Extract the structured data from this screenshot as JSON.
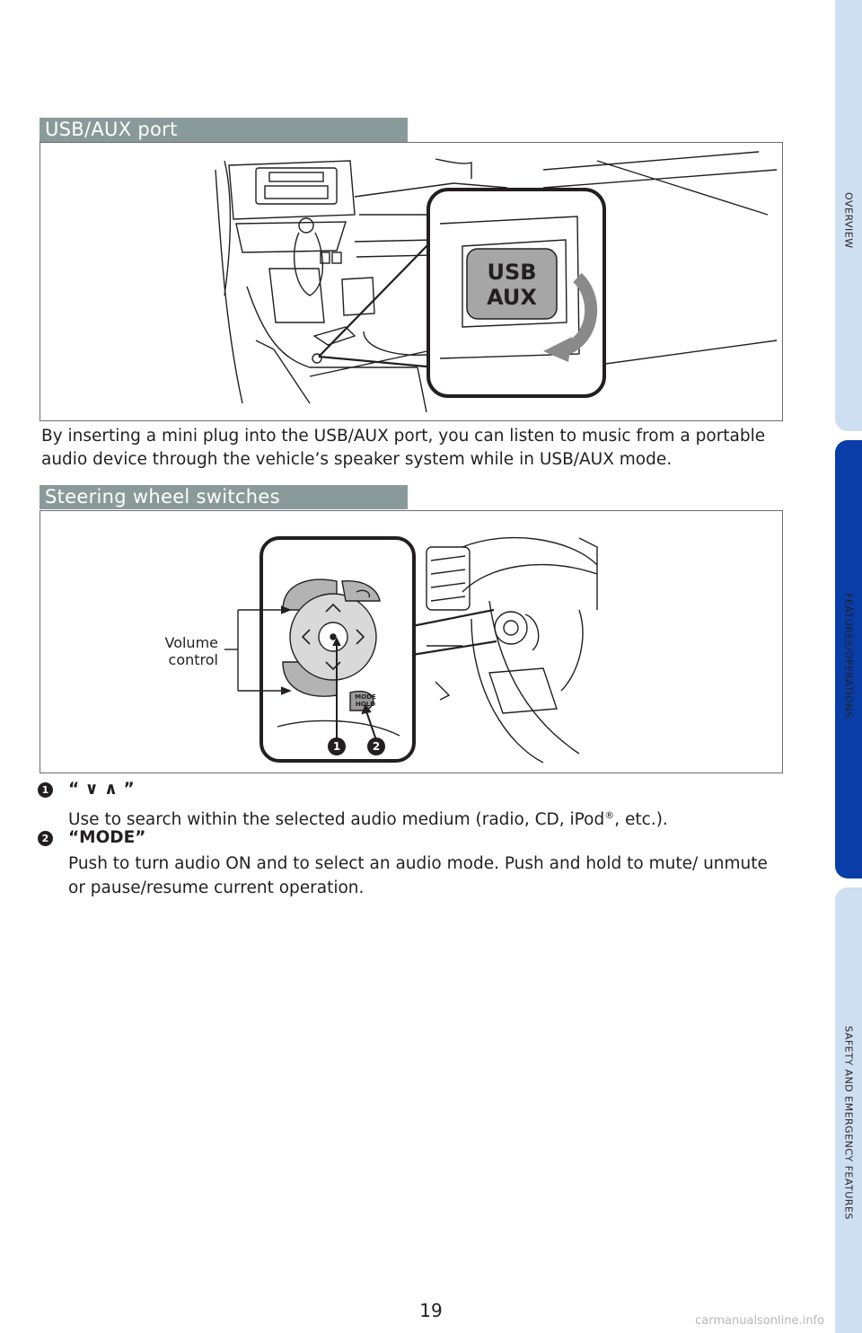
{
  "side_tabs": [
    {
      "label": "OVERVIEW",
      "active": false
    },
    {
      "label": "FEATURES/OPERATIONS",
      "active": true
    },
    {
      "label": "SAFETY AND EMERGENCY FEATURES",
      "active": false
    }
  ],
  "sections": {
    "usb": {
      "title": "USB/AUX port",
      "callout_line1": "USB",
      "callout_line2": "AUX",
      "description": "By inserting a mini plug into the USB/AUX port, you can listen to music from a portable audio device through the vehicle’s speaker system while in USB/AUX mode."
    },
    "steering": {
      "title": "Steering wheel switches",
      "volume_label_line1": "Volume",
      "volume_label_line2": "control",
      "mode_button_line1": "MODE",
      "mode_button_line2": "HOLD"
    }
  },
  "items": [
    {
      "number": "1",
      "title": "“ ∨ ∧ ”",
      "text_before": "Use to search within the selected audio medium (radio, CD, iPod",
      "sup": "®",
      "text_after": ", etc.)."
    },
    {
      "number": "2",
      "title": "“MODE”",
      "text": "Push to turn audio ON and to select an audio mode. Push and hold to mute/ unmute or pause/resume current operation."
    }
  ],
  "page_number": "19",
  "watermark": "carmanualsonline.info",
  "colors": {
    "active_tab": "#0a3da8",
    "inactive_tab": "#cfdff2",
    "section_header": "#8a9a9a"
  }
}
